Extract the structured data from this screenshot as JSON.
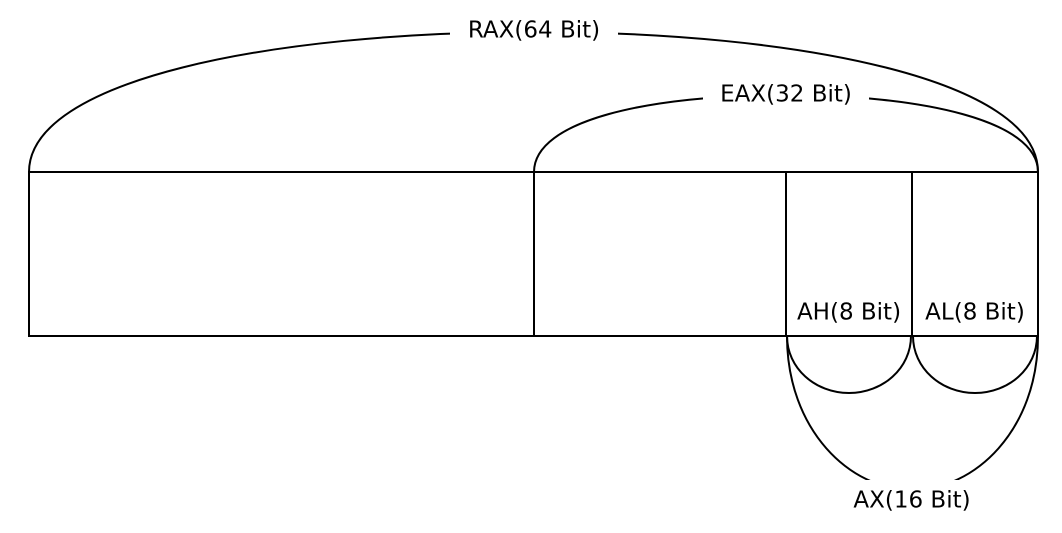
{
  "labels": {
    "rax": "RAX(64 Bit)",
    "eax": "EAX(32 Bit)",
    "ah": "AH(8 Bit)",
    "al": "AL(8 Bit)",
    "ax": "AX(16 Bit)"
  },
  "colors": {
    "stroke": "#000000",
    "background": "#ffffff"
  }
}
